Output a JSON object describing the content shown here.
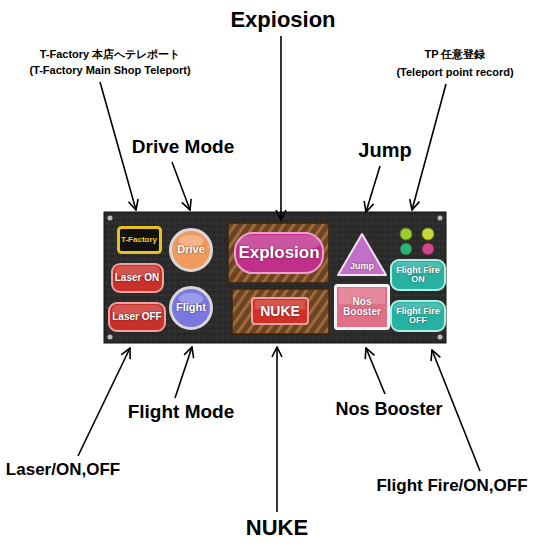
{
  "diagram": {
    "nodes": [
      {
        "text": [
          "T-Factory"
        ]
      },
      {
        "text": [
          "Laser ON"
        ]
      },
      {
        "text": [
          "Laser OFF"
        ]
      },
      {
        "text": [
          "Drive"
        ]
      },
      {
        "text": [
          "Flight"
        ]
      },
      {
        "text": [
          "Explosion"
        ]
      },
      {
        "text": [
          "NUKE"
        ]
      },
      {
        "text": [
          "Jump"
        ]
      },
      {
        "text": [
          "Nos Booster"
        ]
      },
      {
        "text": [
          "Flight Fire ON"
        ]
      },
      {
        "text": [
          "Flight Fire OFF"
        ]
      }
    ],
    "labels": [
      "Expiosion",
      "T-Factory 本店へテレポート",
      "(T-Factory Main Shop Teleport)",
      "Drive Mode",
      "Jump",
      "TP 任意登録",
      "(Teleport point record)",
      "Flight Mode",
      "Nos Booster",
      "Laser/ON,OFF",
      "Flight Fire/ON,OFF",
      "NUKE"
    ]
  }
}
